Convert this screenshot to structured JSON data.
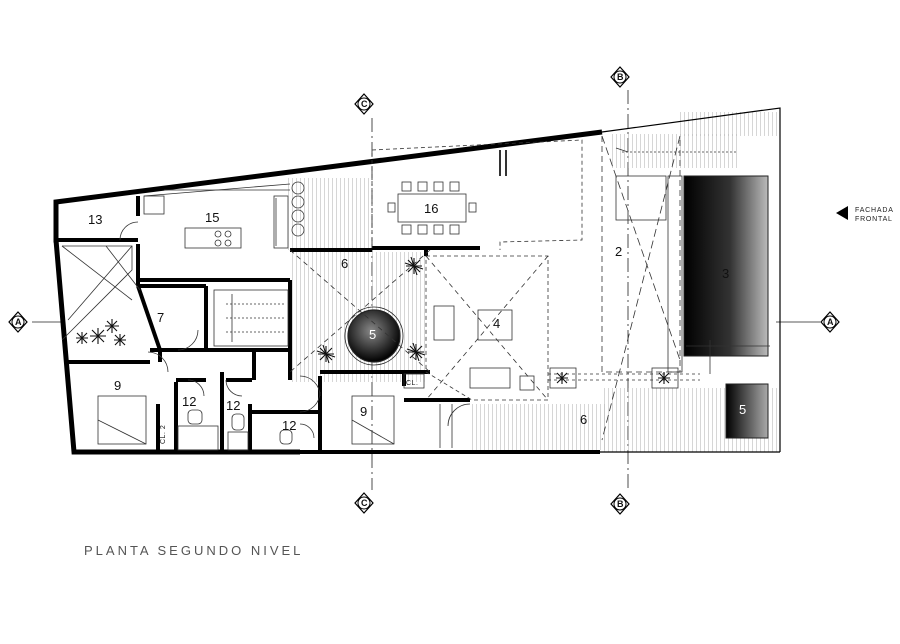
{
  "title": "PLANTA SEGUNDO NIVEL",
  "facade_label": [
    "FACHADA",
    "FRONTAL"
  ],
  "section_markers": {
    "A": "A",
    "B": "B",
    "C": "C"
  },
  "rooms": [
    {
      "id": "r13",
      "label": "13"
    },
    {
      "id": "r15",
      "label": "15"
    },
    {
      "id": "r16",
      "label": "16"
    },
    {
      "id": "r2",
      "label": "2"
    },
    {
      "id": "r3",
      "label": "3"
    },
    {
      "id": "r6a",
      "label": "6"
    },
    {
      "id": "r5a",
      "label": "5"
    },
    {
      "id": "r4",
      "label": "4"
    },
    {
      "id": "r7",
      "label": "7"
    },
    {
      "id": "r9a",
      "label": "9"
    },
    {
      "id": "r12a",
      "label": "12"
    },
    {
      "id": "r12b",
      "label": "12"
    },
    {
      "id": "r12c",
      "label": "12"
    },
    {
      "id": "r9b",
      "label": "9"
    },
    {
      "id": "r6b",
      "label": "6"
    },
    {
      "id": "r5b",
      "label": "5"
    }
  ],
  "closet_labels": {
    "cl1": "CL.",
    "cl2": "CL. 2"
  }
}
